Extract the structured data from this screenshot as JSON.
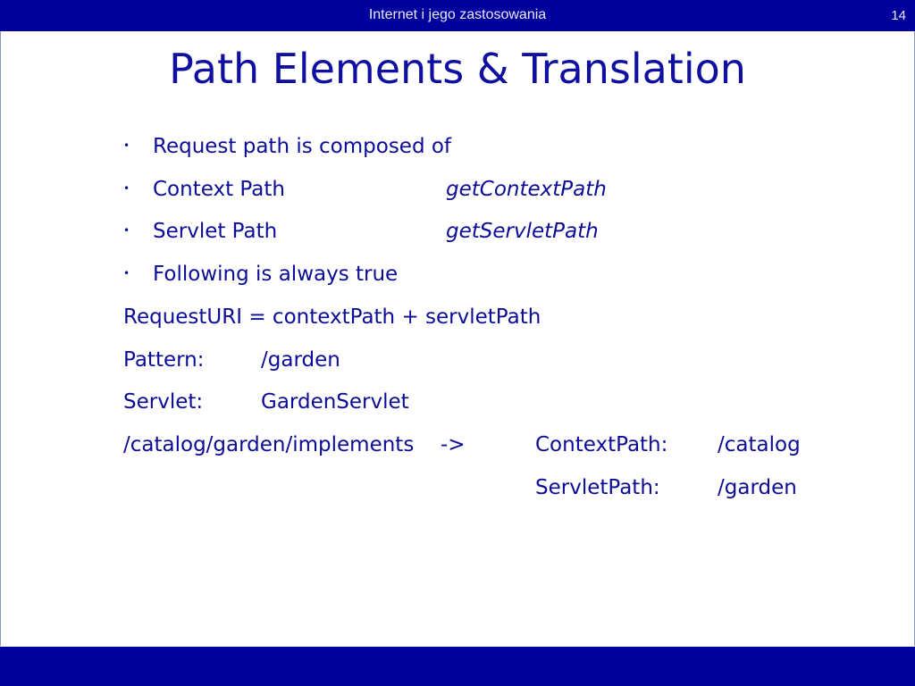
{
  "header": {
    "course_title": "Internet i jego zastosowania",
    "slide_number": "14"
  },
  "slide": {
    "title": "Path Elements & Translation",
    "bullet_glyph": "•",
    "bullets": [
      {
        "text": "Request path is composed of"
      },
      {
        "text": "Context Path",
        "method": "getContextPath"
      },
      {
        "text": "Servlet Path",
        "method": "getServletPath"
      },
      {
        "text": "Following is always true"
      }
    ],
    "formula": "RequestURI = contextPath + servletPath",
    "pattern": {
      "label": "Pattern:",
      "value": "/garden"
    },
    "servlet": {
      "label": "Servlet:",
      "value": "GardenServlet"
    },
    "example": {
      "uri": "/catalog/garden/implements",
      "arrow": "->",
      "context_label": "ContextPath:",
      "context_value": "/catalog",
      "servlet_label": "ServletPath:",
      "servlet_value": "/garden"
    }
  },
  "colors": {
    "bar": "#00009c",
    "text": "#0c0c96"
  }
}
